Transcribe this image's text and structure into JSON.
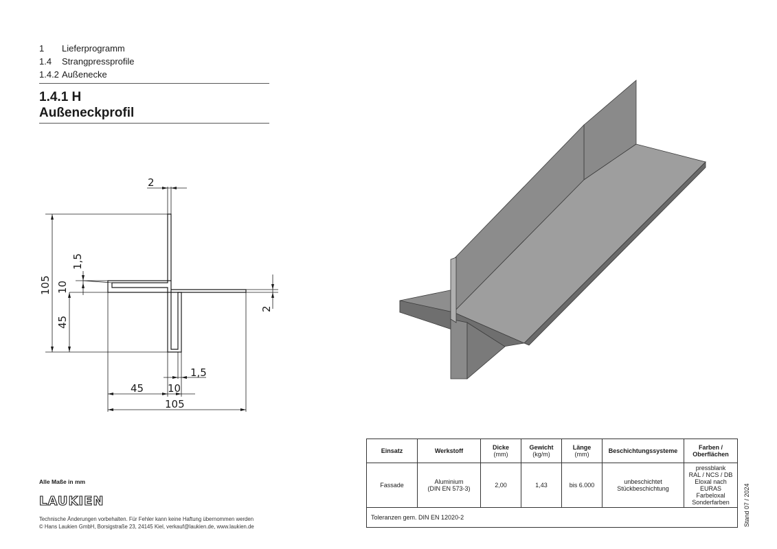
{
  "breadcrumb": [
    {
      "num": "1",
      "label": "Lieferprogramm"
    },
    {
      "num": "1.4",
      "label": "Strangpressprofile"
    },
    {
      "num": "1.4.2",
      "label": "Außenecke"
    }
  ],
  "title": {
    "line1": "1.4.1 H",
    "line2": "Außeneckprofil"
  },
  "drawing": {
    "dims": {
      "top_thickness": "2",
      "height_total": "105",
      "flange_thickness": "1,5",
      "inner_height": "10",
      "lower_height": "45",
      "right_thickness": "2",
      "bottom_thickness": "1,5",
      "left_width": "45",
      "inner_width": "10",
      "width_total": "105"
    },
    "colors": {
      "profile_face": "#8c8c8c",
      "profile_dark": "#6e6e6e",
      "profile_light": "#a0a0a0",
      "line": "#1a1a1a"
    }
  },
  "footer": {
    "measure_note": "Alle Maße in mm",
    "logo": "LAUKIEN",
    "disclaimer1": "Technische Änderungen vorbehalten. Für Fehler kann keine Haftung übernommen werden",
    "disclaimer2": "© Hans Laukien GmbH, Borsigstraße 23, 24145 Kiel, verkauf@laukien.de, www.laukien.de",
    "stand": "Stand 07 / 2024"
  },
  "table": {
    "headers": {
      "einsatz": "Einsatz",
      "werkstoff": "Werkstoff",
      "dicke": "Dicke",
      "dicke_unit": "(mm)",
      "gewicht": "Gewicht",
      "gewicht_unit": "(kg/m)",
      "laenge": "Länge",
      "laenge_unit": "(mm)",
      "beschichtung": "Beschichtungssysteme",
      "farben": "Farben / Oberflächen"
    },
    "row": {
      "einsatz": "Fassade",
      "werkstoff1": "Aluminium",
      "werkstoff2": "(DIN EN 573-3)",
      "dicke": "2,00",
      "gewicht": "1,43",
      "laenge": "bis 6.000",
      "beschichtung1": "unbeschichtet",
      "beschichtung2": "Stückbeschichtung",
      "farben1": "pressblank",
      "farben2": "RAL / NCS / DB",
      "farben3": "Eloxal nach EURAS",
      "farben4": "Farbeloxal",
      "farben5": "Sonderfarben"
    },
    "tolerance": "Toleranzen gem. DIN EN 12020-2"
  }
}
